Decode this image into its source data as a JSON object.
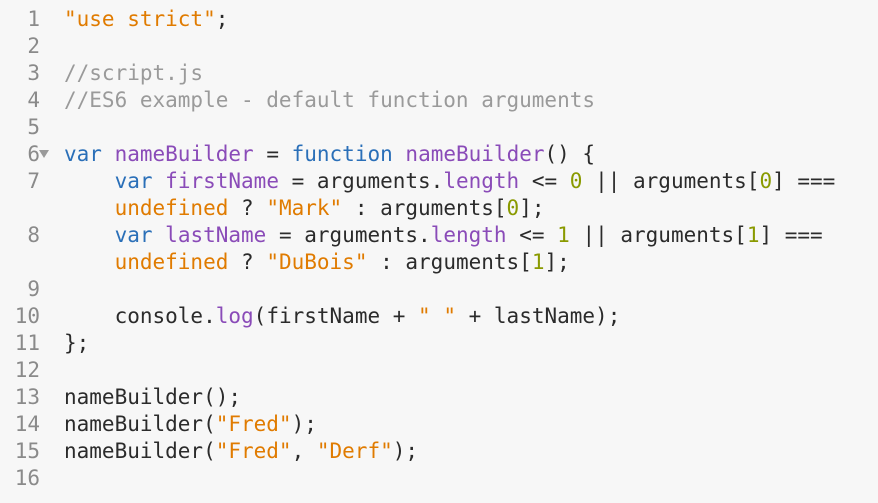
{
  "editor": {
    "line_numbers": [
      "1",
      "2",
      "3",
      "4",
      "5",
      "6",
      "7",
      "",
      "8",
      "",
      "9",
      "10",
      "11",
      "12",
      "13",
      "14",
      "15",
      "16"
    ],
    "lines": {
      "l1": "\"use strict\";",
      "l1_semi": ";",
      "l3": "//script.js",
      "l4": "//ES6 example - default function arguments",
      "l6_var": "var",
      "l6_name": "nameBuilder",
      "l6_eq": " = ",
      "l6_function": "function",
      "l6_fname": "nameBuilder",
      "l6_rest": "() {",
      "l7_var": "var",
      "l7_name": "firstName",
      "l7_mid": " = arguments.",
      "l7_length": "length",
      "l7_cmp": " <= ",
      "l7_num": "0",
      "l7_or": " || arguments[",
      "l7_idx": "0",
      "l7_end": "] ===",
      "l7b_undef": "undefined",
      "l7b_q": " ? ",
      "l7b_str": "\"Mark\"",
      "l7b_colon": " : arguments[",
      "l7b_idx": "0",
      "l7b_end": "];",
      "l8_var": "var",
      "l8_name": "lastName",
      "l8_mid": " = arguments.",
      "l8_length": "length",
      "l8_cmp": " <= ",
      "l8_num": "1",
      "l8_or": " || arguments[",
      "l8_idx": "1",
      "l8_end": "] ===",
      "l8b_undef": "undefined",
      "l8b_q": " ? ",
      "l8b_str": "\"DuBois\"",
      "l8b_colon": " : arguments[",
      "l8b_idx": "1",
      "l8b_end": "];",
      "l10_console": "console.",
      "l10_log": "log",
      "l10_a": "(firstName + ",
      "l10_str": "\" \"",
      "l10_b": " + lastName);",
      "l11": "};",
      "l13": "nameBuilder();",
      "l14_a": "nameBuilder(",
      "l14_str": "\"Fred\"",
      "l14_b": ");",
      "l15_a": "nameBuilder(",
      "l15_str1": "\"Fred\"",
      "l15_comma": ", ",
      "l15_str2": "\"Derf\"",
      "l15_b": ");"
    }
  },
  "colors": {
    "background": "#f7f7f7",
    "keyword": "#2a6fb8",
    "function_name": "#8a4bb8",
    "string": "#e07b00",
    "number": "#8a9a00",
    "comment": "#9a9a9a"
  }
}
